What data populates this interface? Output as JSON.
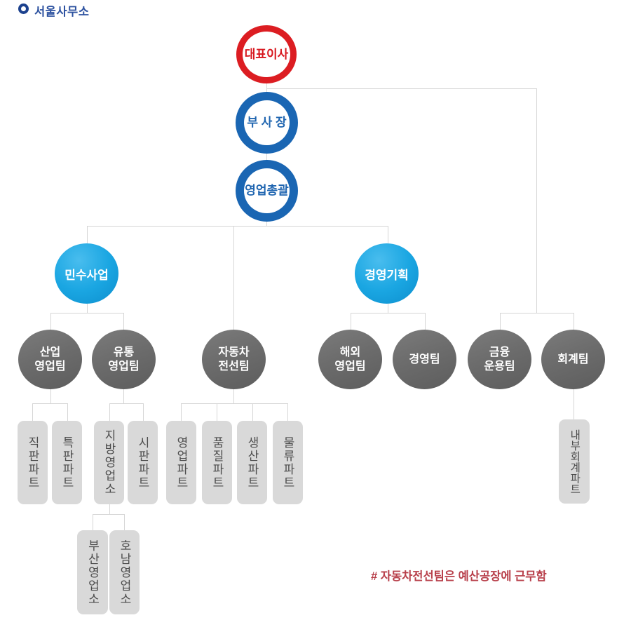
{
  "page": {
    "title": "서울사무소"
  },
  "org": {
    "executives": [
      {
        "id": "ceo",
        "label": "대표이사"
      },
      {
        "id": "vp",
        "label": "부 사 장"
      },
      {
        "id": "sales-head",
        "label": "영업총괄"
      }
    ],
    "divisions": [
      {
        "id": "civil-business",
        "label": "민수사업"
      },
      {
        "id": "management-planning",
        "label": "경영기획"
      }
    ],
    "teams": [
      {
        "id": "industrial-sales",
        "label": "산업\n영업팀"
      },
      {
        "id": "distribution-sales",
        "label": "유통\n영업팀"
      },
      {
        "id": "auto-wire",
        "label": "자동차\n전선팀"
      },
      {
        "id": "overseas-sales",
        "label": "해외\n영업팀"
      },
      {
        "id": "management-team",
        "label": "경영팀"
      },
      {
        "id": "finance-operation",
        "label": "금융\n운용팀"
      },
      {
        "id": "accounting",
        "label": "회계팀"
      }
    ],
    "parts": [
      {
        "id": "direct-sales-part",
        "label": "직판파트"
      },
      {
        "id": "special-sales-part",
        "label": "특판파트"
      },
      {
        "id": "regional-sales-office",
        "label": "지방영업소"
      },
      {
        "id": "market-sales-part",
        "label": "시판파트"
      },
      {
        "id": "sales-part",
        "label": "영업파트"
      },
      {
        "id": "quality-part",
        "label": "품질파트"
      },
      {
        "id": "production-part",
        "label": "생산파트"
      },
      {
        "id": "logistics-part",
        "label": "물류파트"
      },
      {
        "id": "internal-accounting-part",
        "label": "내부회계파트"
      }
    ],
    "branch_offices": [
      {
        "id": "busan-sales-office",
        "label": "부산영업소"
      },
      {
        "id": "honam-sales-office",
        "label": "호남영업소"
      }
    ]
  },
  "footnote": {
    "text": "# 자동차전선팀은 예산공장에 근무함"
  },
  "colors": {
    "title_blue": "#2d52a0",
    "ring_red": "#dc1d22",
    "ring_blue": "#1a66b3",
    "disc_cyan": "#1aa6e2",
    "disc_gray": "#6c6c6c",
    "box_gray": "#d9d9d9",
    "line_gray": "#d6d6d6",
    "footnote_red": "#b8404b"
  }
}
